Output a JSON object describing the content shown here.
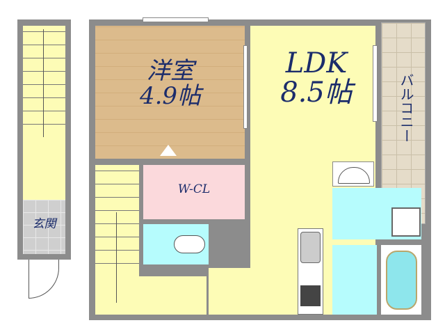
{
  "rooms": {
    "western": {
      "name": "洋室",
      "size": "4.9帖"
    },
    "ldk": {
      "name": "LDK",
      "size": "8.5帖"
    },
    "balcony": {
      "name": "バルコニー"
    },
    "entrance": {
      "name": "玄関"
    },
    "closet": {
      "name": "W-CL"
    }
  }
}
